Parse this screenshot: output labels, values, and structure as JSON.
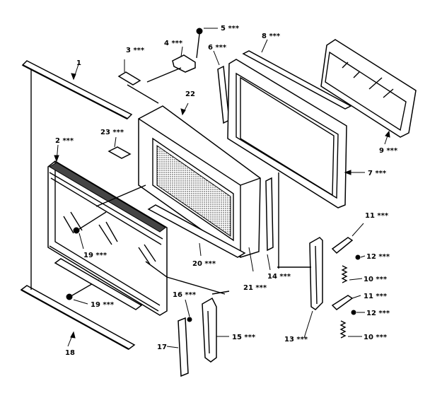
{
  "labels": {
    "p1": "1",
    "p2": "2 ***",
    "p3": "3 ***",
    "p4": "4 ***",
    "p5": "5 ***",
    "p6": "6 ***",
    "p7": "7 ***",
    "p8": "8 ***",
    "p9": "9 ***",
    "p10a": "10 ***",
    "p10b": "10 ***",
    "p11a": "11 ***",
    "p11b": "11 ***",
    "p12a": "12 ***",
    "p12b": "12 ***",
    "p13": "13 ***",
    "p14": "14 ***",
    "p15": "15 ***",
    "p16": "16 ***",
    "p17": "17",
    "p18": "18",
    "p19a": "19 ***",
    "p19b": "19 ***",
    "p20": "20 ***",
    "p21": "21 ***",
    "p22": "22",
    "p23": "23 ***"
  }
}
